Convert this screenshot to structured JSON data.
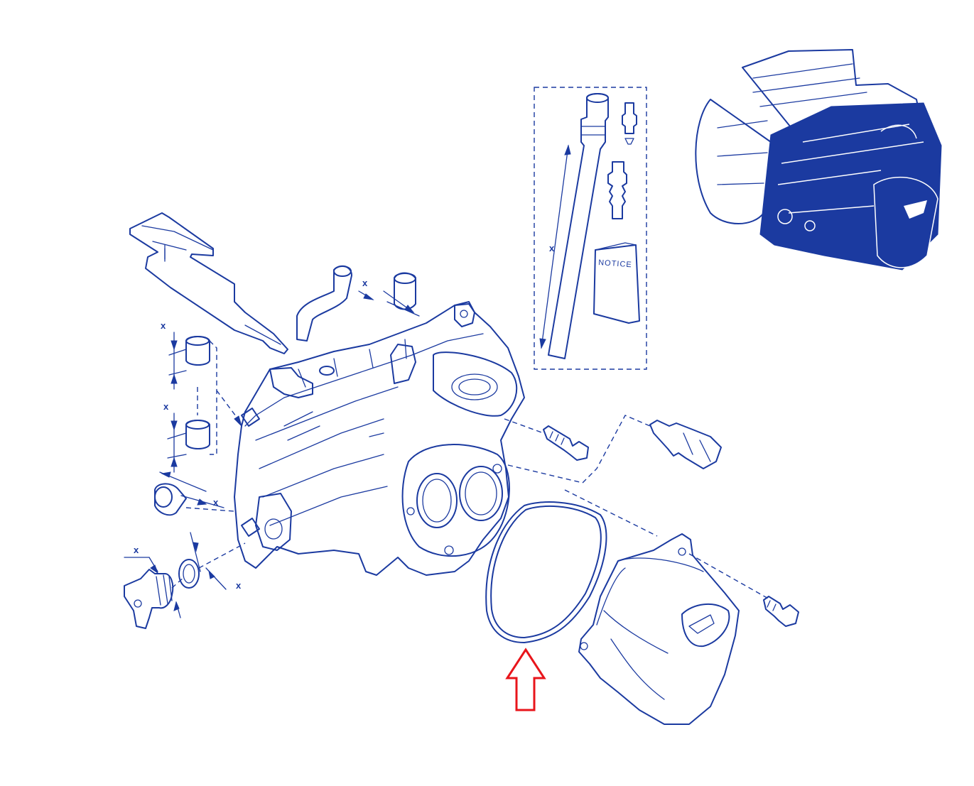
{
  "notice_label": "NOTICE",
  "dimension_label": "x",
  "colors": {
    "line": "#1b3aa0",
    "highlight_arrow": "#e8151b",
    "background": "#ffffff"
  },
  "highlighted_part": "gasket",
  "icons": [
    "red-up-arrow-icon"
  ]
}
